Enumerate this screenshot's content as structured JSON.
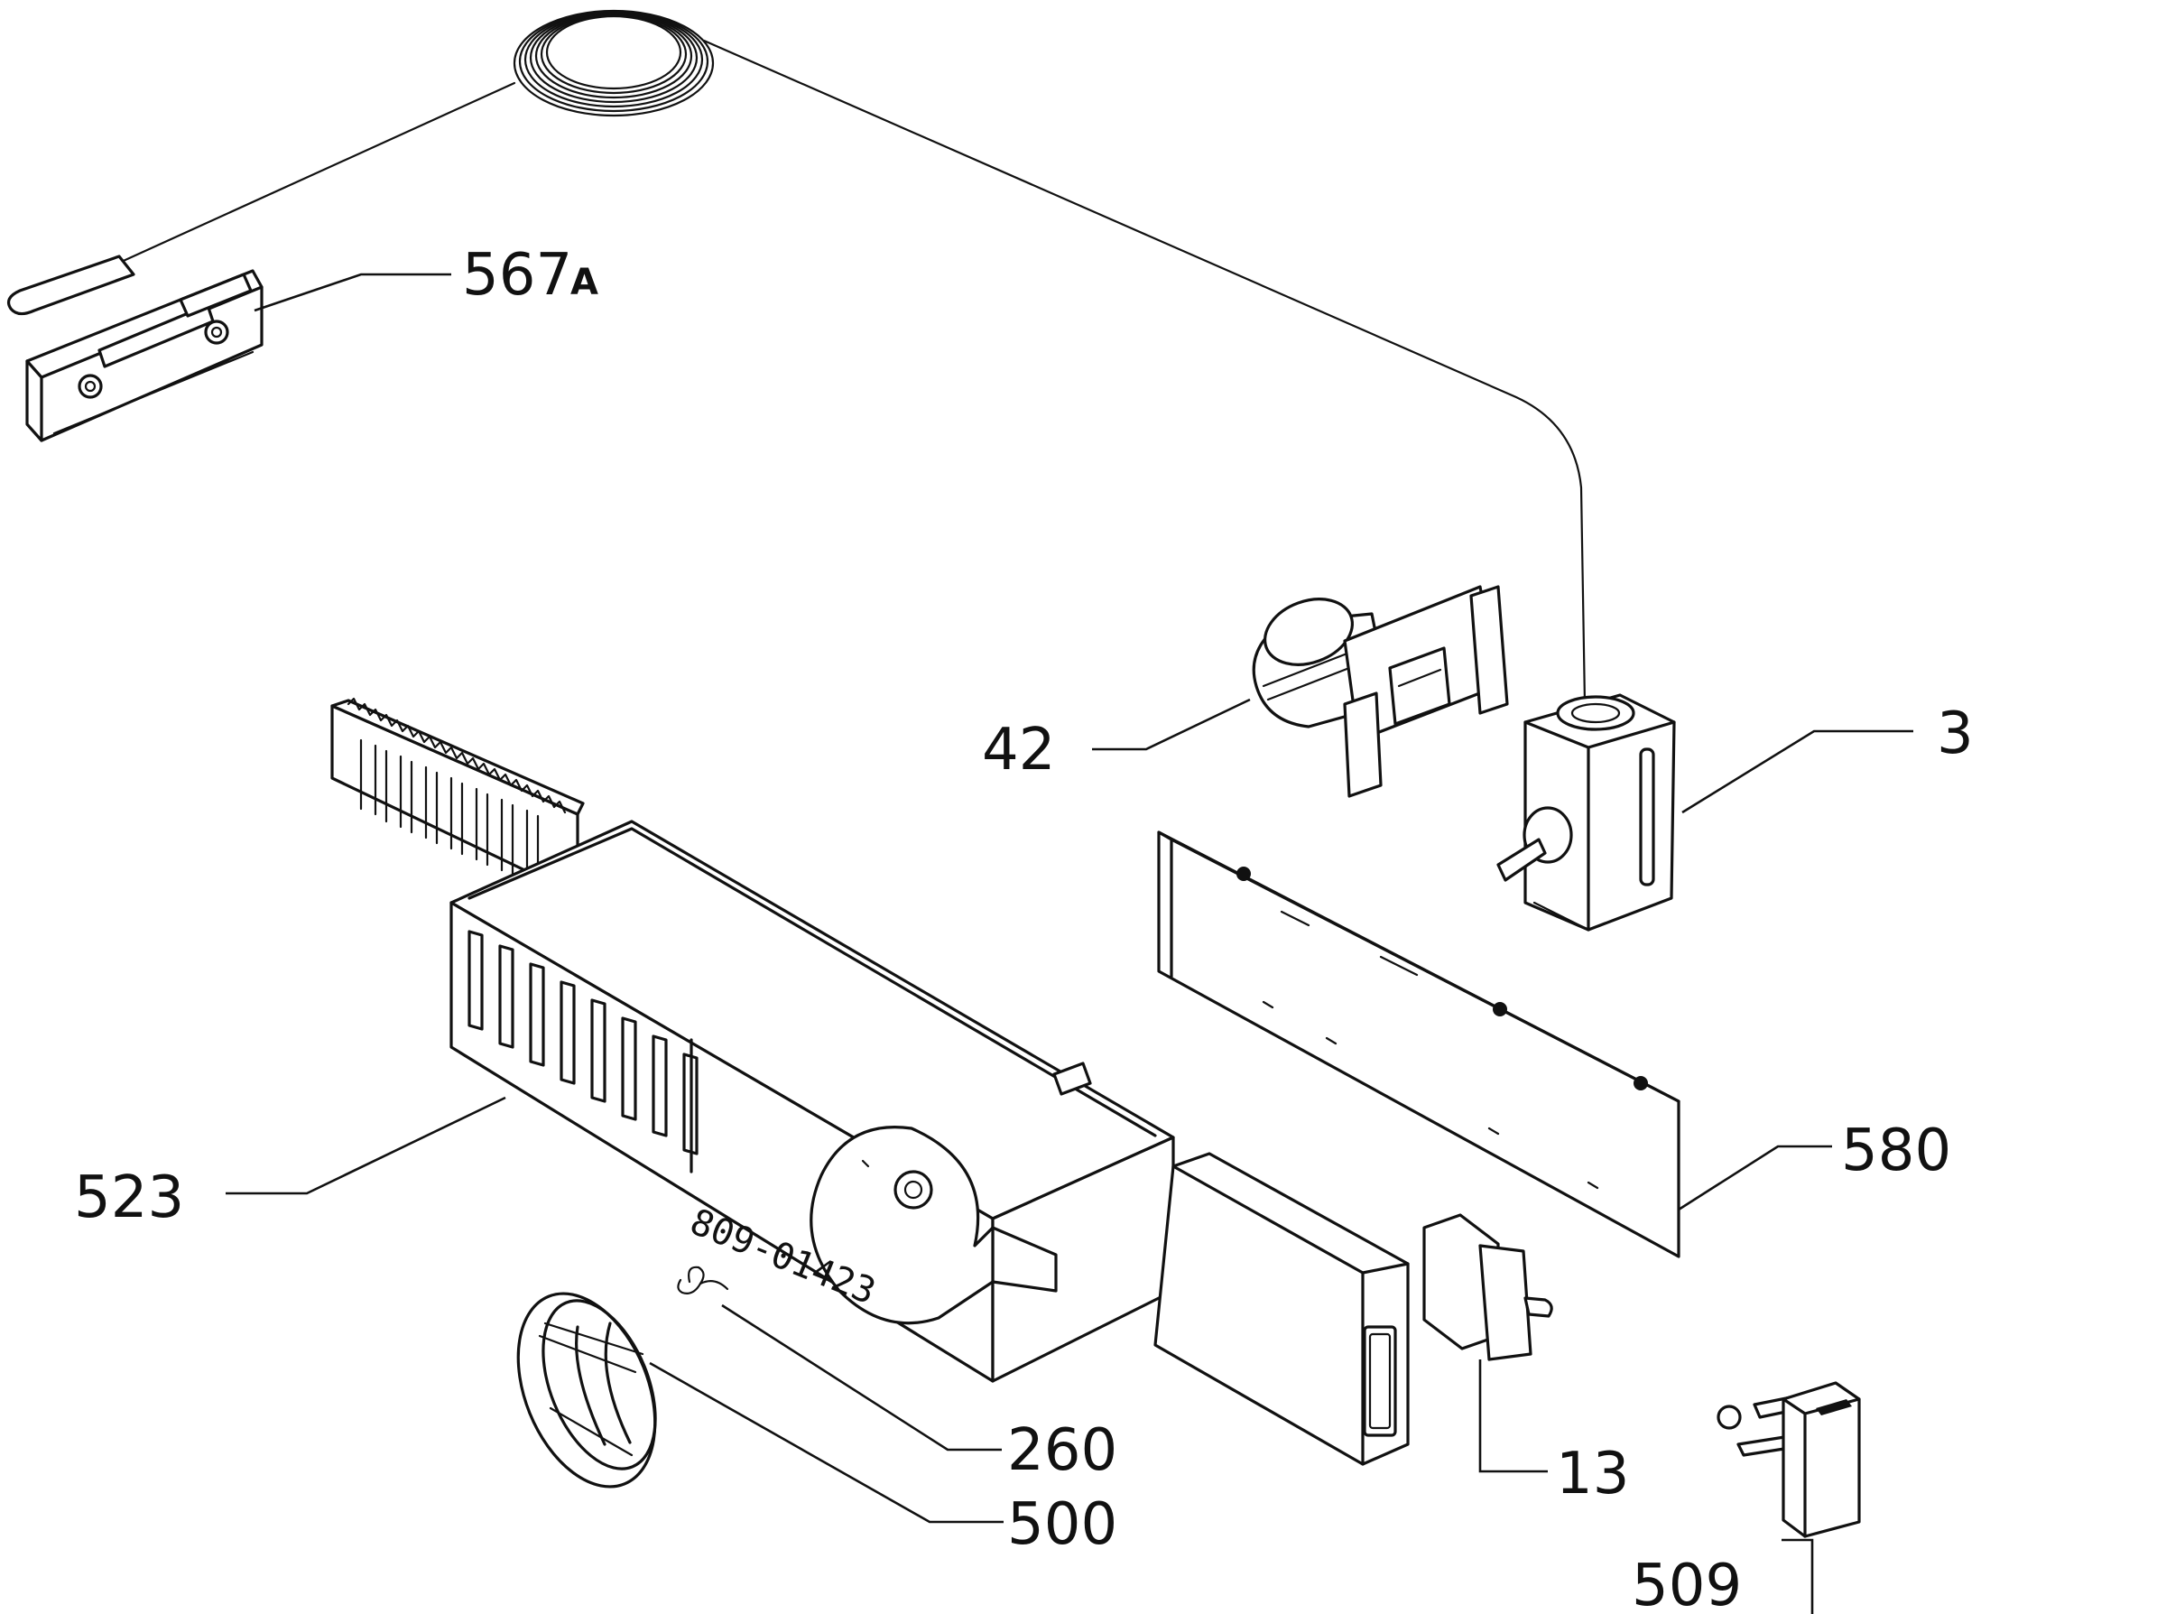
{
  "callouts": {
    "c567": "567",
    "c567_suffix": "A",
    "c42": "42",
    "c3": "3",
    "c523": "523",
    "c580": "580",
    "c260": "260",
    "c500": "500",
    "c13": "13",
    "c509": "509"
  },
  "stamp": "809-01423",
  "colors": {
    "ink": "#111111",
    "paper": "#ffffff"
  }
}
